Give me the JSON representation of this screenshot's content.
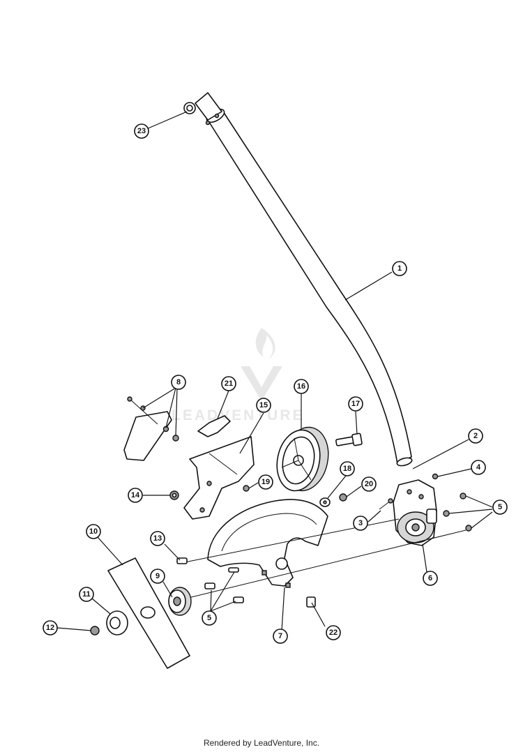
{
  "watermark": {
    "text": "LEADVENTURE"
  },
  "footer": {
    "text": "Rendered by LeadVenture, Inc."
  },
  "callouts": [
    "1",
    "2",
    "3",
    "4",
    "5",
    "6",
    "7",
    "8",
    "9",
    "10",
    "11",
    "12",
    "13",
    "14",
    "15",
    "16",
    "17",
    "18",
    "19",
    "20",
    "21",
    "22",
    "23"
  ]
}
